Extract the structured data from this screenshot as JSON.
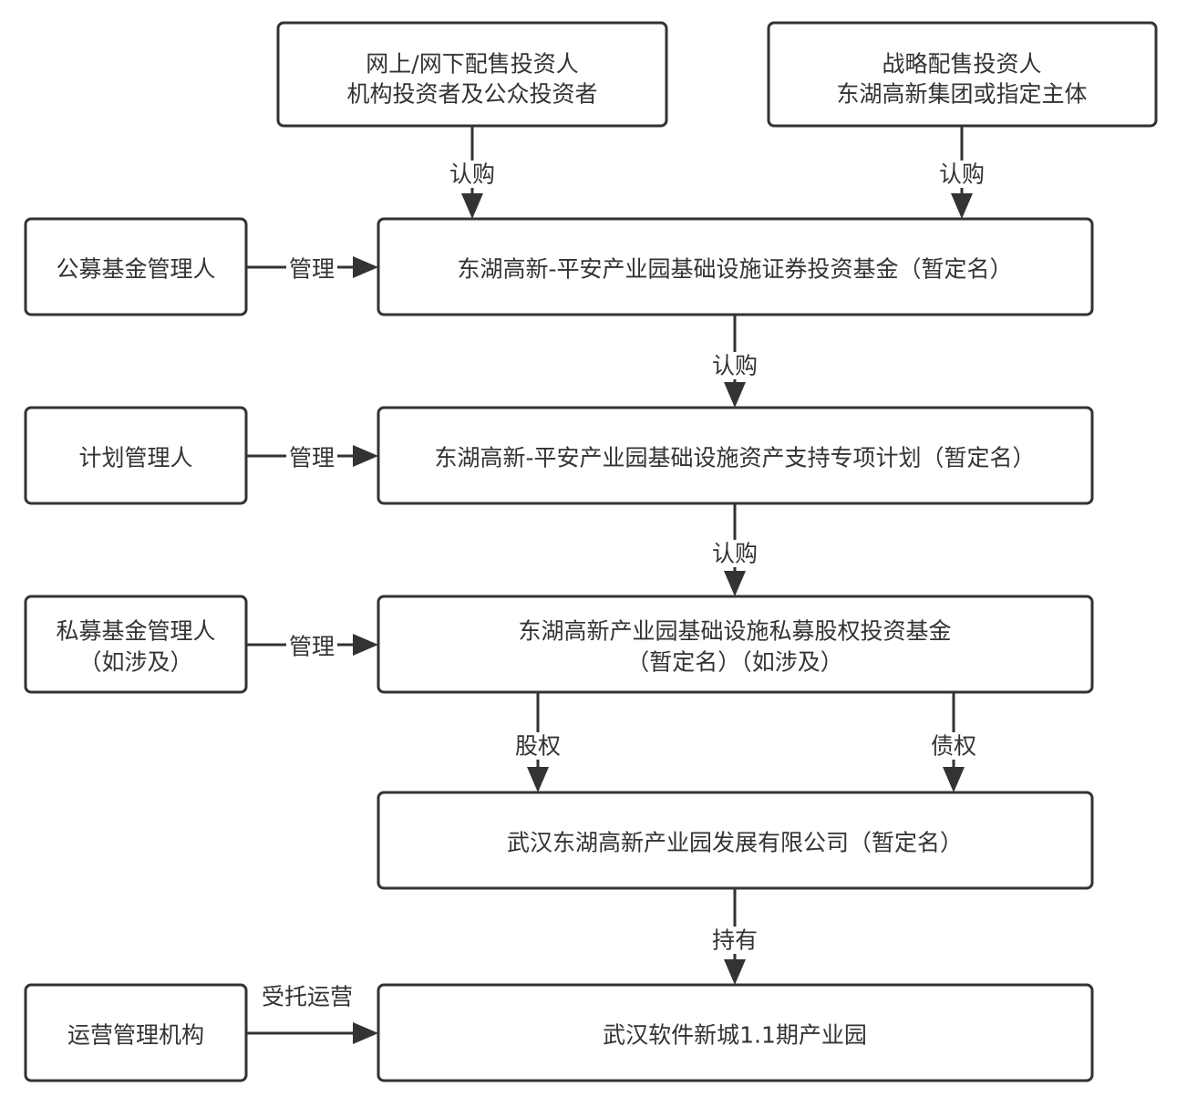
{
  "diagram": {
    "nodes": {
      "online_investors": {
        "line1": "网上/网下配售投资人",
        "line2": "机构投资者及公众投资者"
      },
      "strategic_investors": {
        "line1": "战略配售投资人",
        "line2": "东湖高新集团或指定主体"
      },
      "public_fund_manager": "公募基金管理人",
      "public_fund": "东湖高新-平安产业园基础设施证券投资基金（暂定名）",
      "plan_manager": "计划管理人",
      "abs_plan": "东湖高新-平安产业园基础设施资产支持专项计划（暂定名）",
      "private_fund_manager": {
        "line1": "私募基金管理人",
        "line2": "（如涉及）"
      },
      "private_fund": {
        "line1": "东湖高新产业园基础设施私募股权投资基金",
        "line2": "（暂定名）（如涉及）"
      },
      "project_company": "武汉东湖高新产业园发展有限公司（暂定名）",
      "operator": "运营管理机构",
      "industrial_park": "武汉软件新城1.1期产业园"
    },
    "edges": {
      "online_investors_to_public_fund": "认购",
      "strategic_investors_to_public_fund": "认购",
      "public_fund_manager_to_public_fund": "管理",
      "public_fund_to_abs_plan": "认购",
      "plan_manager_to_abs_plan": "管理",
      "abs_plan_to_private_fund": "认购",
      "private_fund_manager_to_private_fund": "管理",
      "private_fund_to_project_company_equity": "股权",
      "private_fund_to_project_company_debt": "债权",
      "project_company_to_industrial_park": "持有",
      "operator_to_industrial_park": "受托运营"
    }
  }
}
